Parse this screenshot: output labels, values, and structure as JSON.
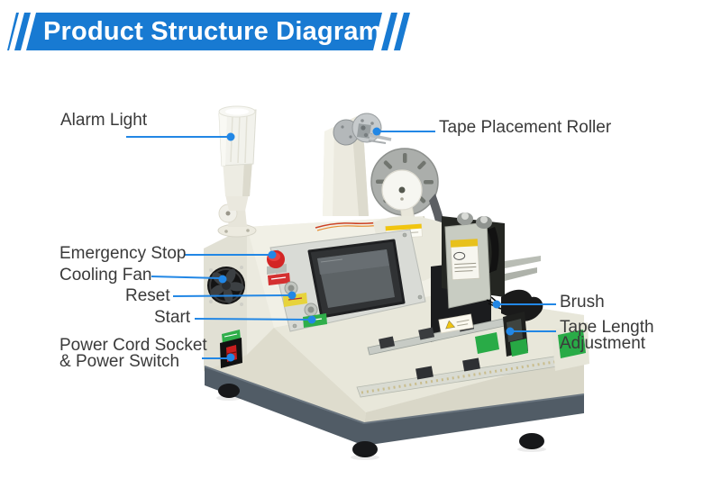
{
  "header": {
    "title": "Product Structure Diagram",
    "banner_color": "#187ad2",
    "title_color": "#ffffff"
  },
  "callouts": {
    "alarm_light": {
      "label": "Alarm Light"
    },
    "tape_placement_roller": {
      "label": "Tape Placement Roller"
    },
    "emergency_stop": {
      "label": "Emergency Stop"
    },
    "cooling_fan": {
      "label": "Cooling Fan"
    },
    "reset": {
      "label": "Reset"
    },
    "start": {
      "label": "Start"
    },
    "power_cord": {
      "label_line1": "Power Cord Socket",
      "label_line2": "& Power Switch"
    },
    "brush": {
      "label": "Brush"
    },
    "tape_length": {
      "label_line1": "Tape Length",
      "label_line2": "Adjustment"
    }
  },
  "style": {
    "leader_line_color": "#2287e5",
    "label_text_color": "#3a3a3a",
    "machine_body_color": "#ebeadf",
    "machine_base_color": "#515c66",
    "start_label_color": "#2fae4a",
    "reset_label_color": "#e7d33c",
    "emergency_button_color": "#d32525"
  }
}
